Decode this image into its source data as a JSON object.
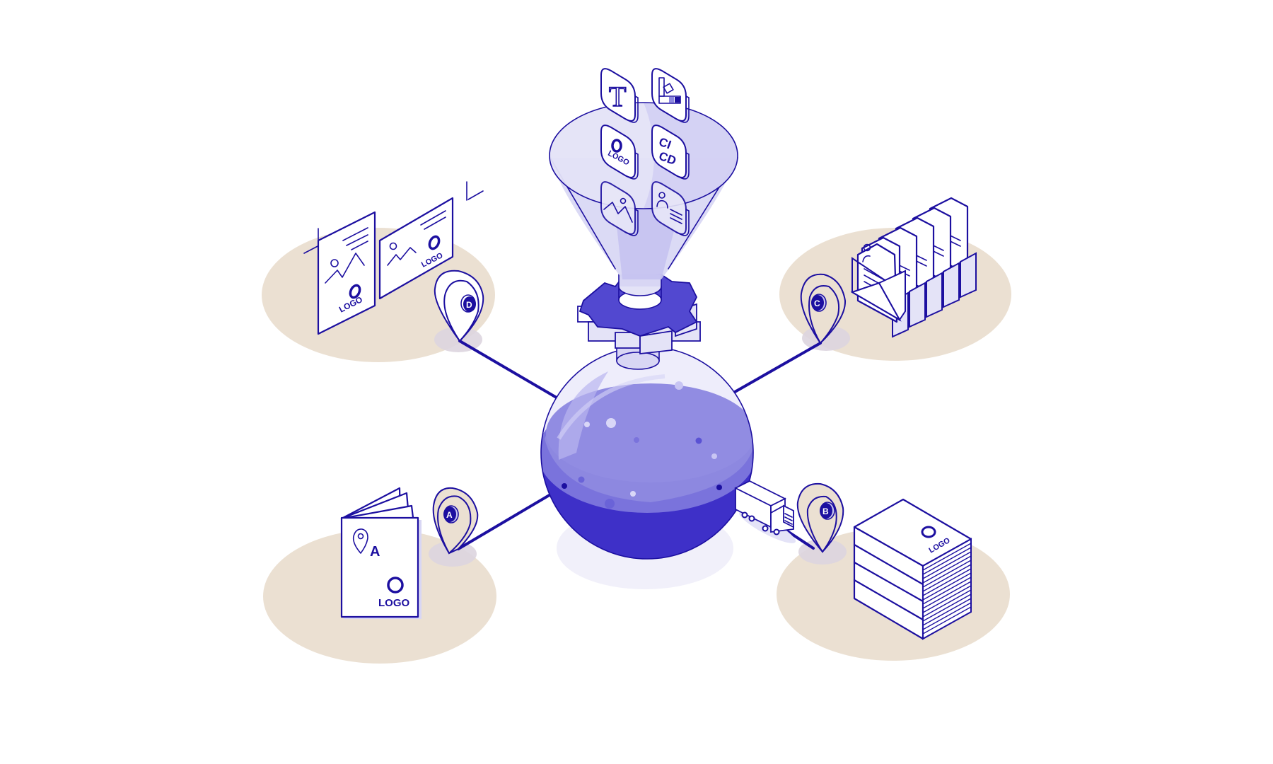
{
  "scene": {
    "title": "Print production workflow illustration",
    "colors": {
      "ink": "#1c0fa0",
      "platform": "#ebe0d2",
      "funnel_light": "#e4e3f7",
      "funnel_mid": "#c9c6ef",
      "gear": "#5248d0",
      "liquid_light": "#8d88e0",
      "liquid_mid": "#7a73dc",
      "liquid_dark": "#3e30c8",
      "glass": "#eeedfb",
      "shadow": "#f1f0fa"
    }
  },
  "funnel": {
    "icons": [
      {
        "id": "typography",
        "label": "T"
      },
      {
        "id": "color-palette",
        "label": ""
      },
      {
        "id": "logo",
        "label": "LOGO"
      },
      {
        "id": "ci-cd",
        "line1": "CI",
        "line2": "CD"
      },
      {
        "id": "image",
        "label": ""
      },
      {
        "id": "person-text",
        "label": ""
      }
    ]
  },
  "stations": {
    "d": {
      "pin_label": "D",
      "item": "posters",
      "logo_text_1": "LOGO",
      "logo_text_2": "LOGO"
    },
    "c": {
      "pin_label": "C",
      "item": "mailings"
    },
    "a": {
      "pin_label": "A",
      "item": "brochure",
      "cover_letter": "A",
      "logo_text": "LOGO"
    },
    "b": {
      "pin_label": "B",
      "item": "paper-stack",
      "logo_text": "LOGO"
    }
  }
}
